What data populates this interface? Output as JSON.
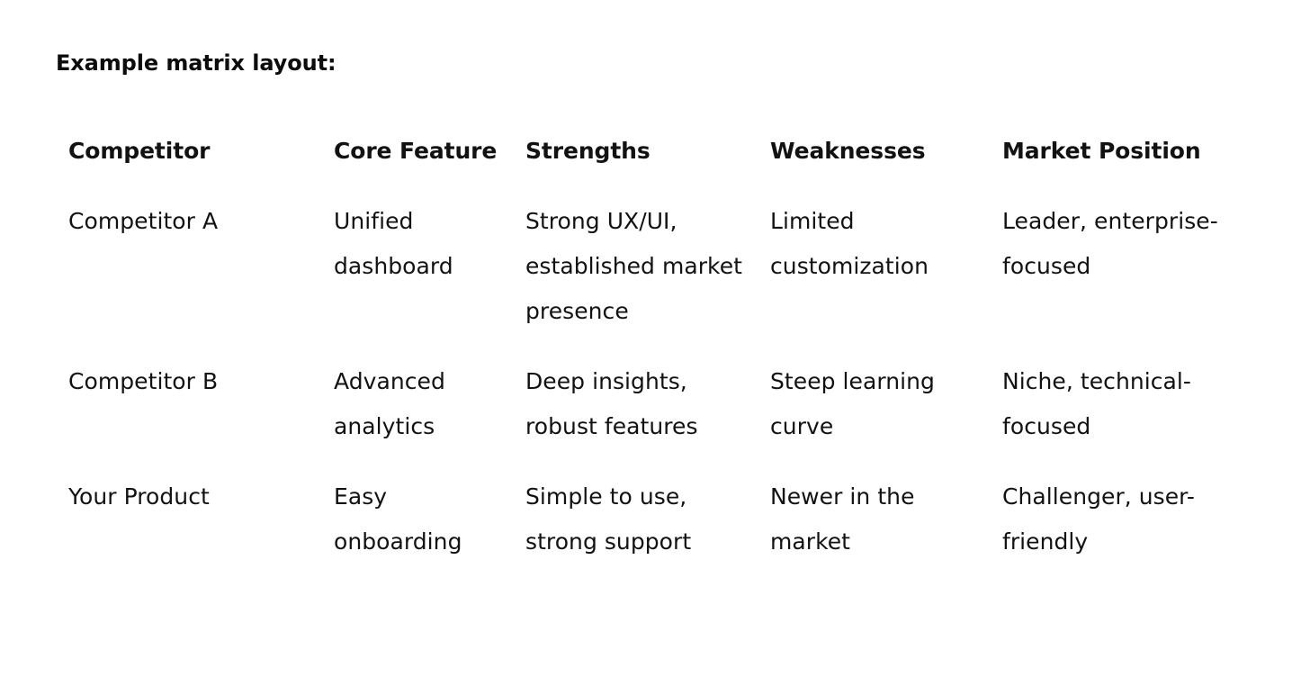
{
  "document": {
    "title": "Example matrix layout:",
    "background_color": "#ffffff",
    "text_color": "#121212"
  },
  "table": {
    "type": "table",
    "columns": [
      "Competitor",
      "Core Feature",
      "Strengths",
      "Weaknesses",
      "Market Position"
    ],
    "rows": [
      {
        "competitor": "Competitor A",
        "core_feature": "Unified dashboard",
        "strengths": "Strong UX/UI, established market presence",
        "weaknesses": "Limited customization",
        "market_position": "Leader, enterprise-focused"
      },
      {
        "competitor": "Competitor B",
        "core_feature": "Advanced analytics",
        "strengths": "Deep insights, robust features",
        "weaknesses": "Steep learning curve",
        "market_position": "Niche, technical-focused"
      },
      {
        "competitor": "Your Product",
        "core_feature": "Easy onboarding",
        "strengths": "Simple to use, strong support",
        "weaknesses": "Newer in the market",
        "market_position": "Challenger, user-friendly"
      }
    ]
  }
}
